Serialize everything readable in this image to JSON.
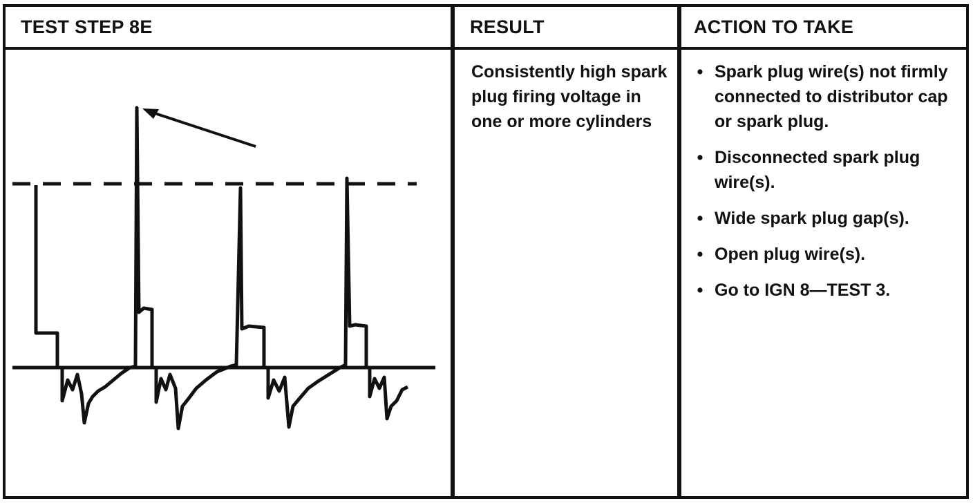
{
  "header": {
    "test_step": "TEST STEP 8E",
    "result": "RESULT",
    "action": "ACTION TO TAKE"
  },
  "result": {
    "text": "Consistently high spark plug firing voltage in one or more cylinders"
  },
  "actions": [
    "Spark plug wire(s) not firmly connected to distributor cap or spark plug.",
    "Disconnected spark plug wire(s).",
    "Wide spark plug gap(s).",
    "Open plug wire(s).",
    "Go to IGN 8—TEST 3."
  ],
  "bullet_glyph": "•"
}
